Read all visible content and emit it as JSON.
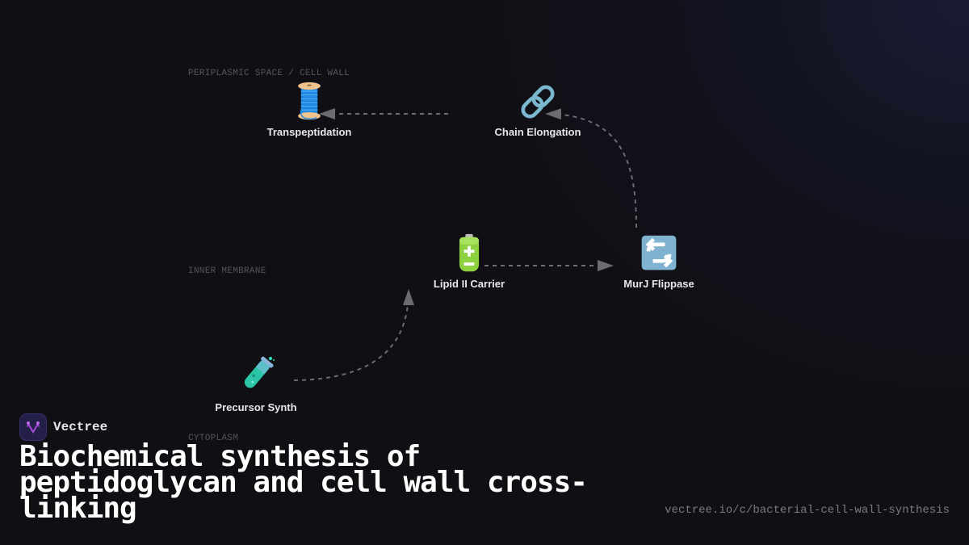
{
  "diagram": {
    "zones": [
      {
        "label": "PERIPLASMIC SPACE / CELL WALL"
      },
      {
        "label": "INNER MEMBRANE"
      },
      {
        "label": "CYTOPLASM"
      }
    ],
    "nodes": [
      {
        "id": "precursor",
        "label": "Precursor Synth",
        "icon": "test-tube-icon",
        "emoji": "🧪"
      },
      {
        "id": "lipid",
        "label": "Lipid II Carrier",
        "icon": "battery-icon",
        "emoji": "🔋"
      },
      {
        "id": "murj",
        "label": "MurJ Flippase",
        "icon": "repeat-arrows-icon",
        "emoji": "🔄"
      },
      {
        "id": "chain",
        "label": "Chain Elongation",
        "icon": "chain-link-icon",
        "emoji": "🔗"
      },
      {
        "id": "transpep",
        "label": "Transpeptidation",
        "icon": "thread-spool-icon",
        "emoji": "🧵"
      }
    ],
    "edges": [
      {
        "from": "Precursor Synth",
        "to": "Lipid II Carrier",
        "style": "dashed"
      },
      {
        "from": "Lipid II Carrier",
        "to": "MurJ Flippase",
        "style": "dashed"
      },
      {
        "from": "MurJ Flippase",
        "to": "Chain Elongation",
        "style": "dashed"
      },
      {
        "from": "Chain Elongation",
        "to": "Transpeptidation",
        "style": "dashed"
      }
    ],
    "edge_color": "#6b6b70"
  },
  "brand": {
    "name": "Vectree",
    "logo_icon": "vectree-logo-icon",
    "accent": "#a64ad8"
  },
  "title": "Biochemical synthesis of peptidoglycan and cell wall cross-linking",
  "url": "vectree.io/c/bacterial-cell-wall-synthesis"
}
